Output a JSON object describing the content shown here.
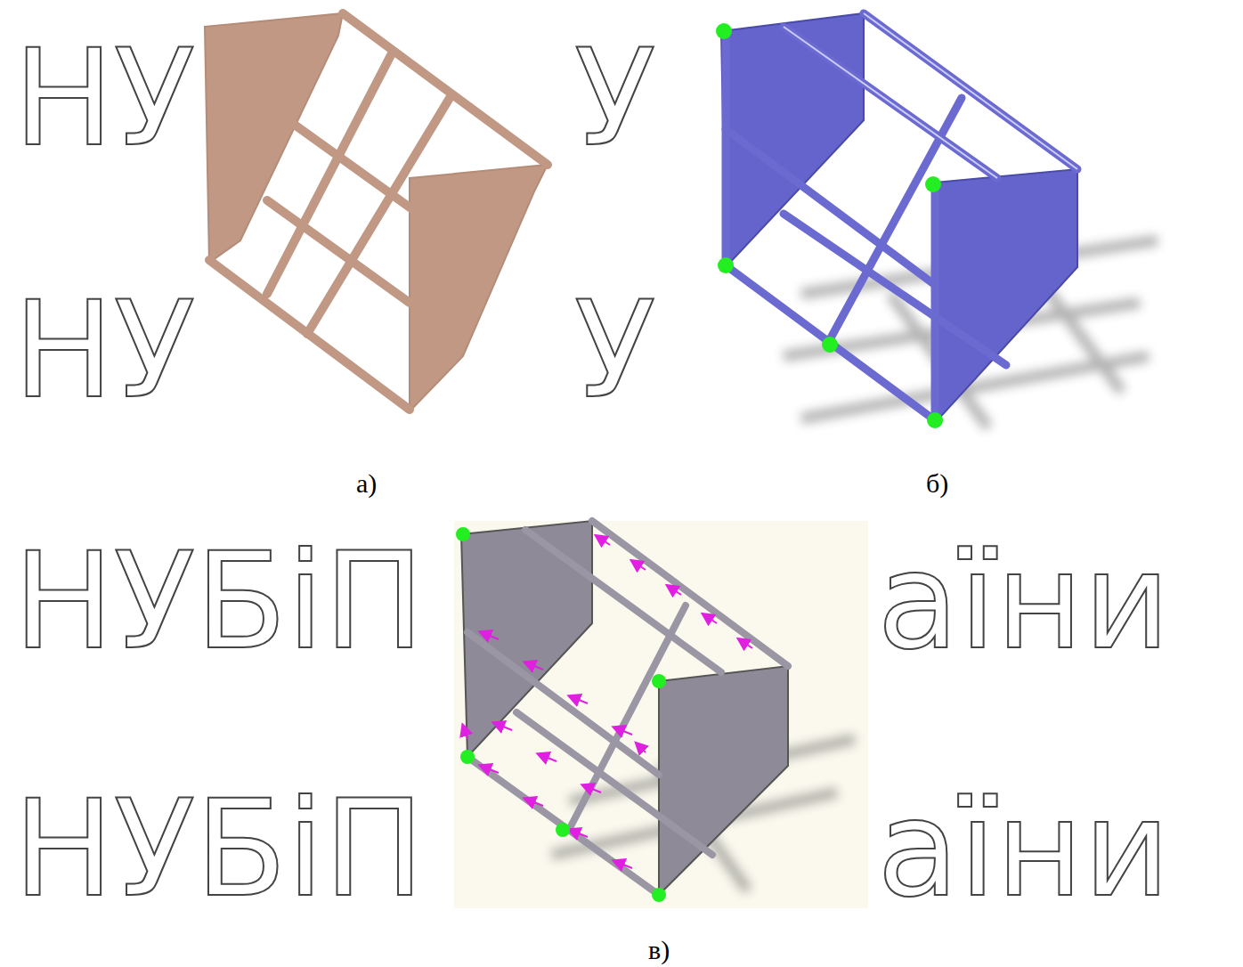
{
  "diagram": {
    "labels": [
      "НУ",
      "У",
      "НУ",
      "У",
      "НУБіП",
      "аїни",
      "НУБіП",
      "аїни",
      "а)",
      "б)",
      "в)"
    ]
  }
}
